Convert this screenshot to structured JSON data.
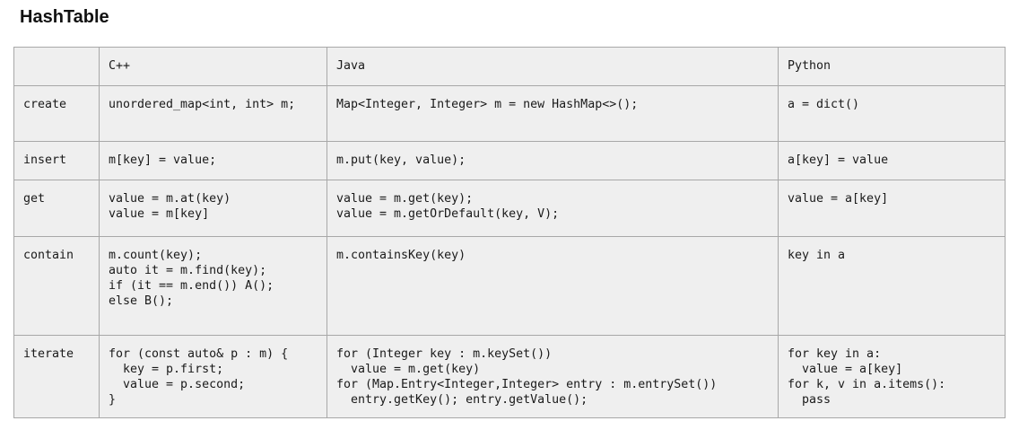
{
  "title": "HashTable",
  "table": {
    "header": [
      "",
      "C++",
      "Java",
      "Python"
    ],
    "rows": [
      {
        "op": "create",
        "cpp": "unordered_map<int, int> m;",
        "java": "Map<Integer, Integer> m = new HashMap<>();",
        "python": "a = dict()"
      },
      {
        "op": "insert",
        "cpp": "m[key] = value;",
        "java": "m.put(key, value);",
        "python": "a[key] = value"
      },
      {
        "op": "get",
        "cpp": "value = m.at(key)\nvalue = m[key]",
        "java": "value = m.get(key);\nvalue = m.getOrDefault(key, V);",
        "python": "value = a[key]"
      },
      {
        "op": "contain",
        "cpp": "m.count(key);\nauto it = m.find(key);\nif (it == m.end()) A();\nelse B();",
        "java": "m.containsKey(key)",
        "python": "key in a"
      },
      {
        "op": "iterate",
        "cpp": "for (const auto& p : m) {\n  key = p.first;\n  value = p.second;\n}",
        "java": "for (Integer key : m.keySet())\n  value = m.get(key)\nfor (Map.Entry<Integer,Integer> entry : m.entrySet())\n  entry.getKey(); entry.getValue();",
        "python": "for key in a:\n  value = a[key]\nfor k, v in a.items():\n  pass"
      }
    ]
  }
}
